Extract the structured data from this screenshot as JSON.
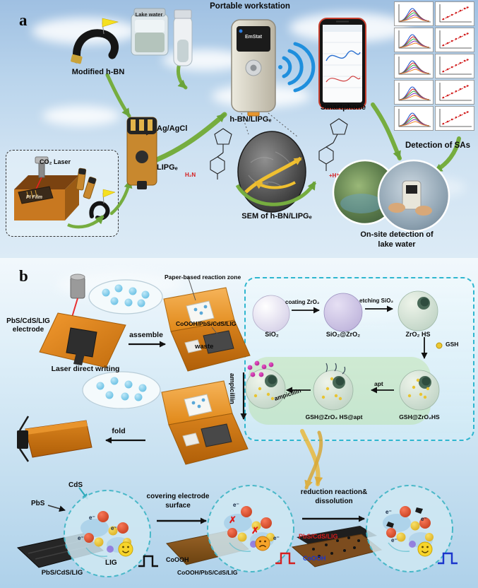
{
  "panel_a": {
    "label": "a",
    "modified_hbn": "Modified h-BN",
    "lake_water": "Lake water",
    "portable_workstation": "Portable workstation",
    "device_screen": "EmStat",
    "hbn_lipge": "h-BN/LIPGₑ",
    "smartphone": "Smartphone",
    "detection_sas": "Detection of SAs",
    "onsite_line1": "On-site detection of",
    "onsite_line2": "lake water",
    "co2_laser": "CO₂ Laser",
    "pi_film": "PI Film",
    "ag_agcl": "Ag/AgCl",
    "lipge": "LIPGₑ",
    "sem_label": "SEM of h-BN/LIPGₑ",
    "h2n": "H₂N",
    "h_plus": "+H⁺"
  },
  "panel_b": {
    "label": "b",
    "electrode_line1": "PbS/CdS/LIG",
    "electrode_line2": "electrode",
    "laser_direct_writing": "Laser direct writing",
    "assemble": "assemble",
    "paper_zone": "Paper-based reaction zone",
    "coooh_stack": "CoOOH/PbS/CdS/LIG",
    "waste": "waste",
    "ampicillin": "ampicillin",
    "fold": "fold",
    "synthesis": {
      "sio2": "SiO₂",
      "coating_zro2": "coating ZrO₂",
      "sio2_zro2": "SiO₂@ZrO₂",
      "etching_sio2": "etching SiO₂",
      "zro2_hs": "ZrO₂ HS",
      "gsh": "GSH",
      "gsh_zro2_hs": "GSH@ZrO₂HS",
      "apt": "apt",
      "gsh_zro2_hs_apt": "GSH@ZrO₂ HS@apt",
      "ampicillin": "ampicillin"
    },
    "mechanism": {
      "cds": "CdS",
      "pbs": "PbS",
      "pbs_cds_lig": "PbS/CdS/LIG",
      "lig": "LIG",
      "covering_line1": "covering electrode",
      "covering_line2": "surface",
      "coooh": "CoOOH",
      "coooh_stack": "CoOOH/PbS/CdS/LIG",
      "reduction_line1": "reduction reaction&",
      "reduction_line2": "dissolution",
      "pbs_cds_lig_right": "PbS/CdS/LIG",
      "coooh_right": "CoOOH",
      "electron": "e⁻",
      "cross": "✗"
    }
  }
}
